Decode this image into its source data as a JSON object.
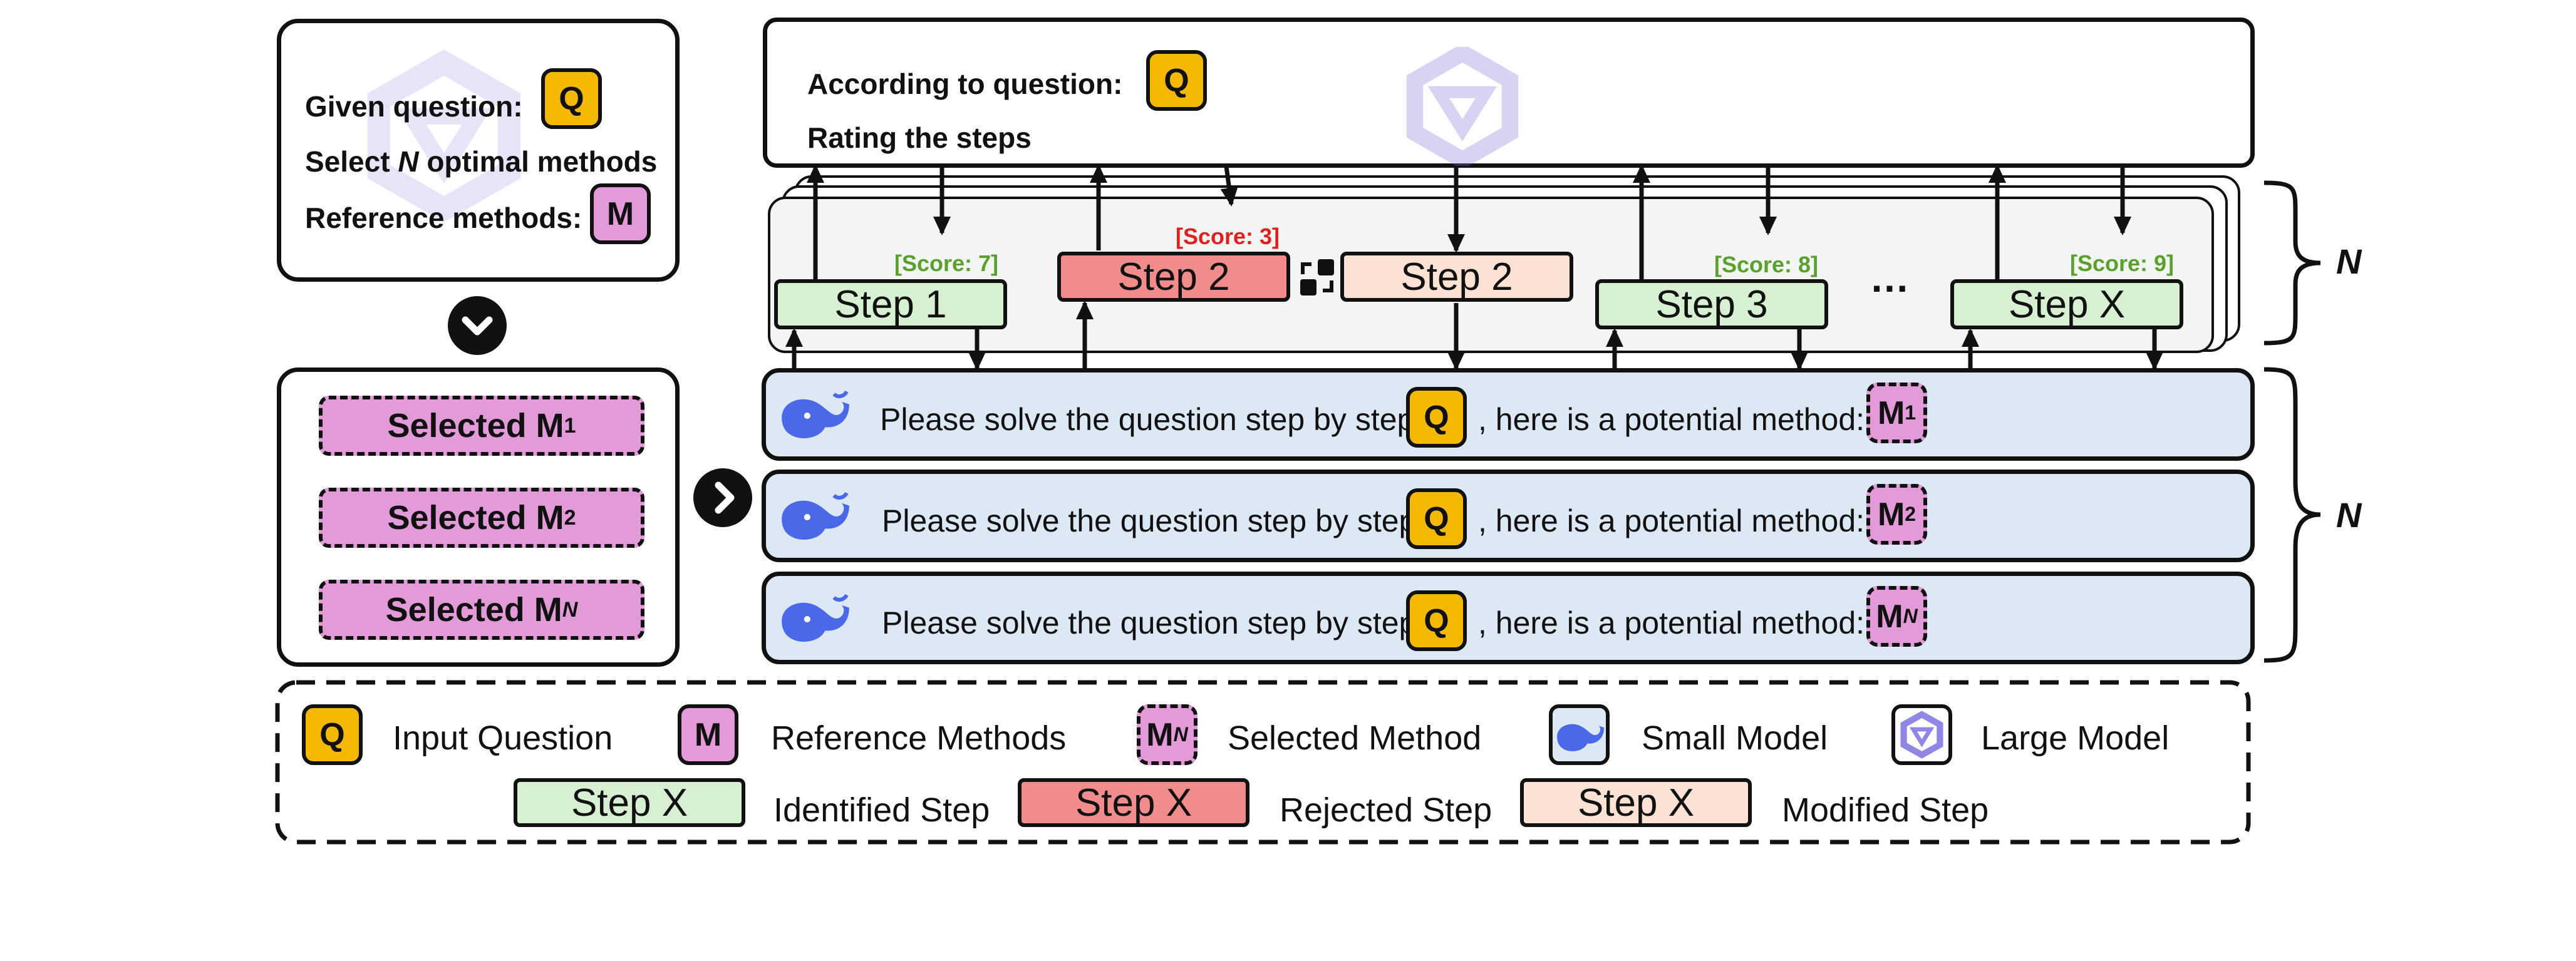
{
  "left_top": {
    "given_question": "Given question:",
    "select_methods_pre": "Select ",
    "select_methods_n": "N",
    "select_methods_post": " optimal methods",
    "reference_methods": "Reference methods:"
  },
  "badges": {
    "q": "Q",
    "m": "M",
    "m_letter": "M",
    "sub_1": "1",
    "sub_2": "2",
    "sub_n": "N"
  },
  "selected": [
    {
      "prefix": "Selected M",
      "sub": "1"
    },
    {
      "prefix": "Selected M",
      "sub": "2"
    },
    {
      "prefix": "Selected M",
      "sub": "N"
    }
  ],
  "top_box": {
    "line1": "According to question:",
    "line2": "Rating the steps"
  },
  "steps": {
    "step1": "Step 1",
    "step2": "Step 2",
    "step2_mod": "Step 2",
    "step3": "Step 3",
    "stepx": "Step X",
    "ellipsis": "…"
  },
  "scores": {
    "s1": "[Score: 7]",
    "s2": "[Score: 3]",
    "s3": "[Score: 8]",
    "sx": "[Score: 9]"
  },
  "prompt_rows": [
    {
      "pre": "Please solve the question step by step:",
      "mid": ", here is a potential method:",
      "sub": "1"
    },
    {
      "pre": "Please solve the question step by step:",
      "mid": ", here is a potential method:",
      "sub": "2"
    },
    {
      "pre": "Please solve the question step by step:",
      "mid": ", here is a potential method:",
      "sub": "N"
    }
  ],
  "brace_label": "N",
  "legend": {
    "input_question": "Input Question",
    "reference_methods": "Reference Methods",
    "selected_method": "Selected Method",
    "small_model": "Small Model",
    "large_model": "Large Model",
    "step_x": "Step X",
    "identified_step": "Identified Step",
    "rejected_step": "Rejected Step",
    "modified_step": "Modified Step"
  },
  "colors": {
    "question_yellow": "#f5b800",
    "method_pink": "#e39ad9",
    "identified_green": "#d8f0d2",
    "rejected_red": "#f08c8c",
    "modified_peach": "#fbe2d4",
    "small_model_blue": "#dde8f5",
    "large_model_lavender": "#b9b3ee",
    "score_green": "#5aa02c",
    "score_red": "#e0201c"
  },
  "icons": [
    "chevron-down-icon",
    "chevron-right-icon",
    "swap-icon",
    "small-model-whale-icon",
    "large-model-logo-icon"
  ]
}
